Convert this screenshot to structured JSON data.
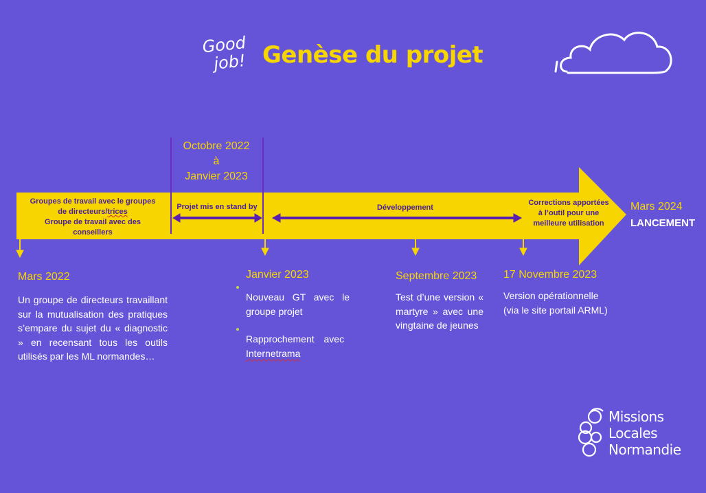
{
  "header": {
    "tagline_line1": "Good",
    "tagline_line2": "job!",
    "title": "Genèse du projet"
  },
  "timeline": {
    "phase_groups_line1": "Groupes de travail avec le groupes",
    "phase_groups_line2_a": "de directeurs/",
    "phase_groups_line2_b": "trices",
    "phase_groups_line3": "Groupe de travail avec des",
    "phase_groups_line4": "conseillers",
    "phase_standby": "Projet mis en stand by",
    "phase_dev": "Développement",
    "phase_corrections_line1": "Corrections apportées",
    "phase_corrections_line2": "à l’outil pour une",
    "phase_corrections_line3": "meilleure utilisation",
    "period_line1": "Octobre 2022",
    "period_line2": "à",
    "period_line3": "Janvier 2023",
    "launch_date": "Mars 2024",
    "launch_label": "LANCEMENT"
  },
  "milestones": {
    "m1": {
      "date": "Mars 2022",
      "text": "Un groupe de directeurs travaillant sur la mutualisation des pratiques s’empare du sujet du « diagnostic » en recensant tous les outils utilisés par les ML normandes…"
    },
    "m2": {
      "date": "Janvier 2023",
      "bullet1": "Nouveau GT avec le groupe projet",
      "bullet2_a": "Rapprochement avec ",
      "bullet2_b": "Internetrama"
    },
    "m3": {
      "date": "Septembre 2023",
      "text": "Test d’une version « martyre » avec une vingtaine de jeunes"
    },
    "m4": {
      "date": "17 Novembre 2023",
      "text_line1": "Version opérationnelle",
      "text_line2": "(via le site portail ARML)"
    }
  },
  "logo": {
    "line1": "Missions",
    "line2": "Locales",
    "line3": "Normandie"
  },
  "colors": {
    "background": "#6554d8",
    "accent_yellow": "#f6d500",
    "purple_dark": "#4a1fa0"
  }
}
